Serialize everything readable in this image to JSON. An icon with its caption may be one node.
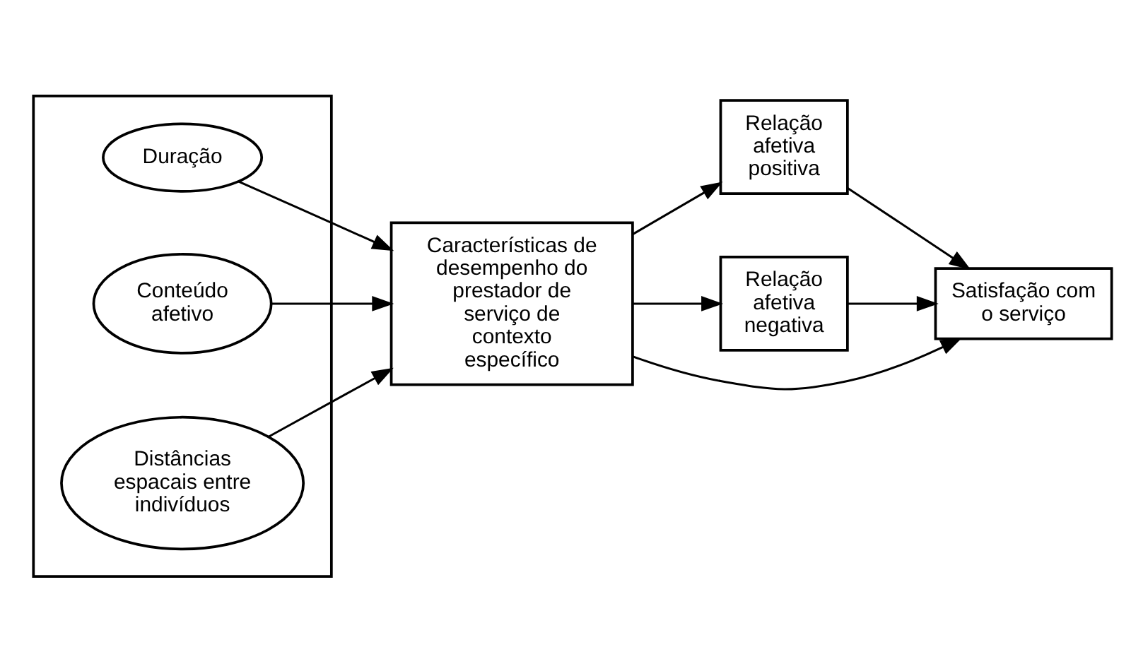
{
  "diagram": {
    "nodes": [
      {
        "text": [],
        "shape": "box"
      },
      {
        "text": [
          "Duração"
        ],
        "in": 0
      },
      {
        "text": [
          "Conteúdo afetivo"
        ],
        "in": 0
      },
      {
        "text": [
          "Distâncias espacais entre indivíduos"
        ],
        "in": 0
      },
      {
        "text": [
          "Características de desempenho do prestador de serviço de contexto específico"
        ]
      },
      {
        "text": [
          "Relação afetiva positiva"
        ]
      },
      {
        "text": [
          "Relação afetiva negativa"
        ]
      },
      {
        "text": [
          "Satisfação com o serviço"
        ]
      }
    ],
    "edges": [
      {
        "from": 1,
        "to": 4,
        "arrow": "to"
      },
      {
        "from": 2,
        "to": 4,
        "arrow": "to"
      },
      {
        "from": 3,
        "to": 4,
        "arrow": "to"
      },
      {
        "from": 4,
        "to": 5,
        "arrow": "to"
      },
      {
        "from": 4,
        "to": 7,
        "arrow": "to"
      },
      {
        "from": 4,
        "to": 6,
        "arrow": "to"
      },
      {
        "from": 5,
        "to": 7,
        "arrow": "to"
      },
      {
        "from": 6,
        "to": 7,
        "arrow": "to"
      }
    ]
  }
}
